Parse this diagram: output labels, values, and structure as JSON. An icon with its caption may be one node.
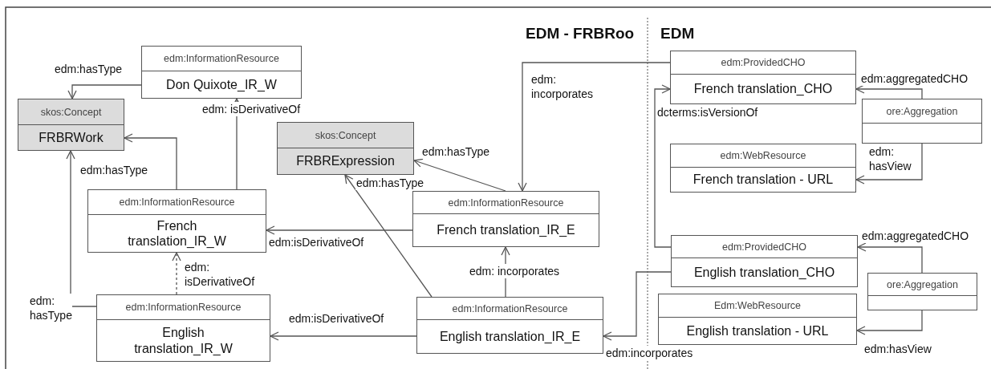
{
  "diagram": {
    "nodes": [
      {
        "text": [
          "edm:InformationResource",
          "Don Quixote_IR_W"
        ]
      },
      {
        "text": [
          "skos:Concept",
          "FRBRWork"
        ]
      },
      {
        "text": [
          "skos:Concept",
          "FRBRExpression"
        ]
      },
      {
        "text": [
          "edm:InformationResource",
          "French translation_IR_W"
        ]
      },
      {
        "text": [
          "edm:InformationResource",
          "French translation_IR_E"
        ]
      },
      {
        "text": [
          "edm:InformationResource",
          "English translation_IR_W"
        ]
      },
      {
        "text": [
          "edm:InformationResource",
          "English translation_IR_E"
        ]
      },
      {
        "text": [
          "edm:ProvidedCHO",
          "French translation_CHO"
        ]
      },
      {
        "text": [
          "ore:Aggregation"
        ]
      },
      {
        "text": [
          "edm:WebResource",
          "French translation - URL"
        ]
      },
      {
        "text": [
          "edm:ProvidedCHO",
          "English translation_CHO"
        ]
      },
      {
        "text": [
          "ore:Aggregation"
        ]
      },
      {
        "text": [
          "Edm:WebResource",
          "English translation - URL"
        ]
      }
    ],
    "edges": [
      {
        "from": 0,
        "to": 1,
        "arrow": "to",
        "label": "edm:hasType"
      },
      {
        "from": 3,
        "to": 1,
        "arrow": "to",
        "label": "edm:hasType"
      },
      {
        "from": 3,
        "to": 0,
        "arrow": "to",
        "label": "edm: isDerivativeOf"
      },
      {
        "from": 5,
        "to": 1,
        "arrow": "to",
        "label": "edm: hasType"
      },
      {
        "from": 5,
        "to": 3,
        "arrow": "to",
        "label": "edm: isDerivativeOf",
        "style": "dashed"
      },
      {
        "from": 4,
        "to": 3,
        "arrow": "to",
        "label": "edm:isDerivativeOf"
      },
      {
        "from": 4,
        "to": 2,
        "arrow": "to",
        "label": "edm:hasType"
      },
      {
        "from": 6,
        "to": 2,
        "arrow": "to",
        "label": "edm:hasType"
      },
      {
        "from": 6,
        "to": 4,
        "arrow": "to",
        "label": "edm: incorporates"
      },
      {
        "from": 6,
        "to": 5,
        "arrow": "to",
        "label": "edm:isDerivativeOf"
      },
      {
        "from": 7,
        "to": 4,
        "arrow": "to",
        "label": "edm: incorporates"
      },
      {
        "from": 10,
        "to": 7,
        "arrow": "to",
        "label": "dcterms:isVersionOf"
      },
      {
        "from": 10,
        "to": 6,
        "arrow": "to",
        "label": "edm:incorporates"
      },
      {
        "from": 8,
        "to": 7,
        "arrow": "to",
        "label": "edm:aggregatedCHO"
      },
      {
        "from": 8,
        "to": 9,
        "arrow": "to",
        "label": "edm: hasView"
      },
      {
        "from": 11,
        "to": 10,
        "arrow": "to",
        "label": "edm:aggregatedCHO"
      },
      {
        "from": 11,
        "to": 12,
        "arrow": "to",
        "label": "edm:hasView"
      }
    ],
    "labels": [
      "EDM - FRBRoo",
      "EDM"
    ]
  }
}
